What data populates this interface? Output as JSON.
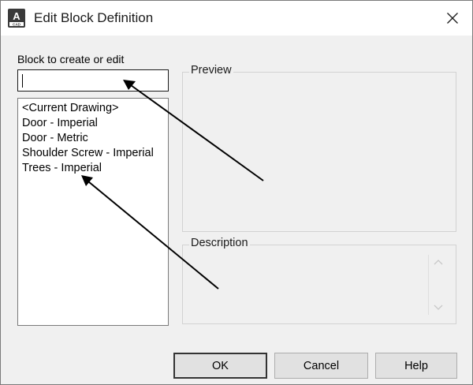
{
  "window": {
    "title": "Edit Block Definition",
    "app_icon": {
      "letter": "A",
      "caption": "CAD"
    }
  },
  "block_section": {
    "label": "Block to create or edit",
    "input_value": "",
    "items": [
      "<Current Drawing>",
      "Door - Imperial",
      "Door - Metric",
      "Shoulder Screw - Imperial",
      "Trees - Imperial"
    ]
  },
  "preview": {
    "label": "Preview"
  },
  "description": {
    "label": "Description"
  },
  "buttons": {
    "ok": "OK",
    "cancel": "Cancel",
    "help": "Help"
  },
  "icons": {
    "close": "close-icon",
    "scroll_up": "chevron-up-icon",
    "scroll_down": "chevron-down-icon"
  }
}
